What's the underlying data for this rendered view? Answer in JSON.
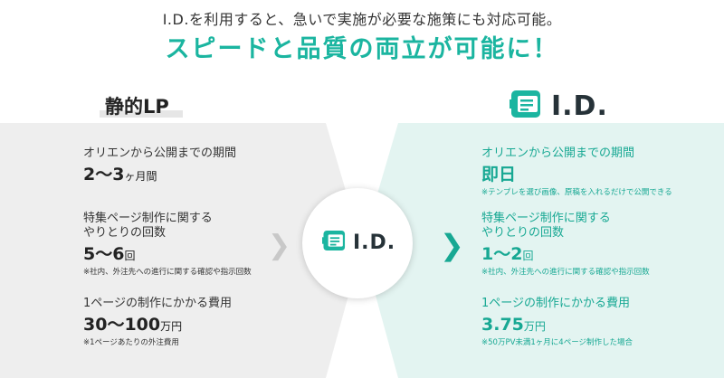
{
  "header": {
    "lead": "I.D.を利用すると、急いで実施が必要な施策にも対応可能。",
    "headline": "スピードと品質の両立が可能に！"
  },
  "left": {
    "title": "静的LP",
    "items": [
      {
        "label": "オリエンから公開までの期間",
        "value": "2～3",
        "unit": "ヶ月間",
        "note": ""
      },
      {
        "label": "特集ページ制作に関する",
        "label2": "やりとりの回数",
        "value": "5～6",
        "unit": "回",
        "note": "※社内、外注先への進行に関する確認や指示回数"
      },
      {
        "label": "1ページの制作にかかる費用",
        "value": "30～100",
        "unit": "万円",
        "note": "※1ページあたりの外注費用"
      }
    ]
  },
  "right": {
    "brand": "I.D.",
    "items": [
      {
        "label": "オリエンから公開までの期間",
        "value": "即日",
        "unit": "",
        "note": "※テンプレを選び画像、原稿を入れるだけで公開できる"
      },
      {
        "label": "特集ページ制作に関する",
        "label2": "やりとりの回数",
        "value": "1～2",
        "unit": "回",
        "note": "※社内、外注先への進行に関する確認や指示回数"
      },
      {
        "label": "1ページの制作にかかる費用",
        "value": "3.75",
        "unit": "万円",
        "note": "※50万PV未満1ヶ月に4ページ制作した場合"
      }
    ]
  },
  "center": {
    "brand": "I.D.",
    "arrow_left": "❯",
    "arrow_right": "❯"
  },
  "colors": {
    "accent": "#17a893",
    "headline": "#1bb5a0",
    "left_bg": "#eeeeee",
    "right_bg": "#e3f4f1",
    "logo_dark": "#263238"
  }
}
